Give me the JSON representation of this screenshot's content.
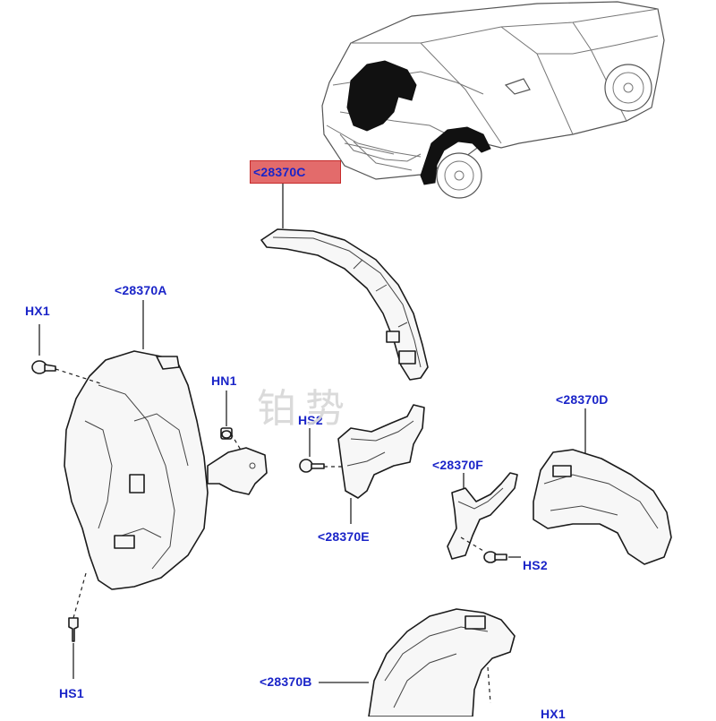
{
  "highlight": {
    "color": "#e36b6b",
    "border_color": "#c62b2b",
    "label": "<28370C"
  },
  "label_color": "#1a24c8",
  "labels": {
    "part_a": "<28370A",
    "part_b": "<28370B",
    "part_d": "<28370D",
    "part_e": "<28370E",
    "part_f": "<28370F",
    "hx1_top": "HX1",
    "hn1": "HN1",
    "hs2_center": "HS2",
    "hs2_right": "HS2",
    "hs1": "HS1",
    "hx1_bottom": "HX1"
  },
  "watermark": {
    "text": "铂势"
  }
}
